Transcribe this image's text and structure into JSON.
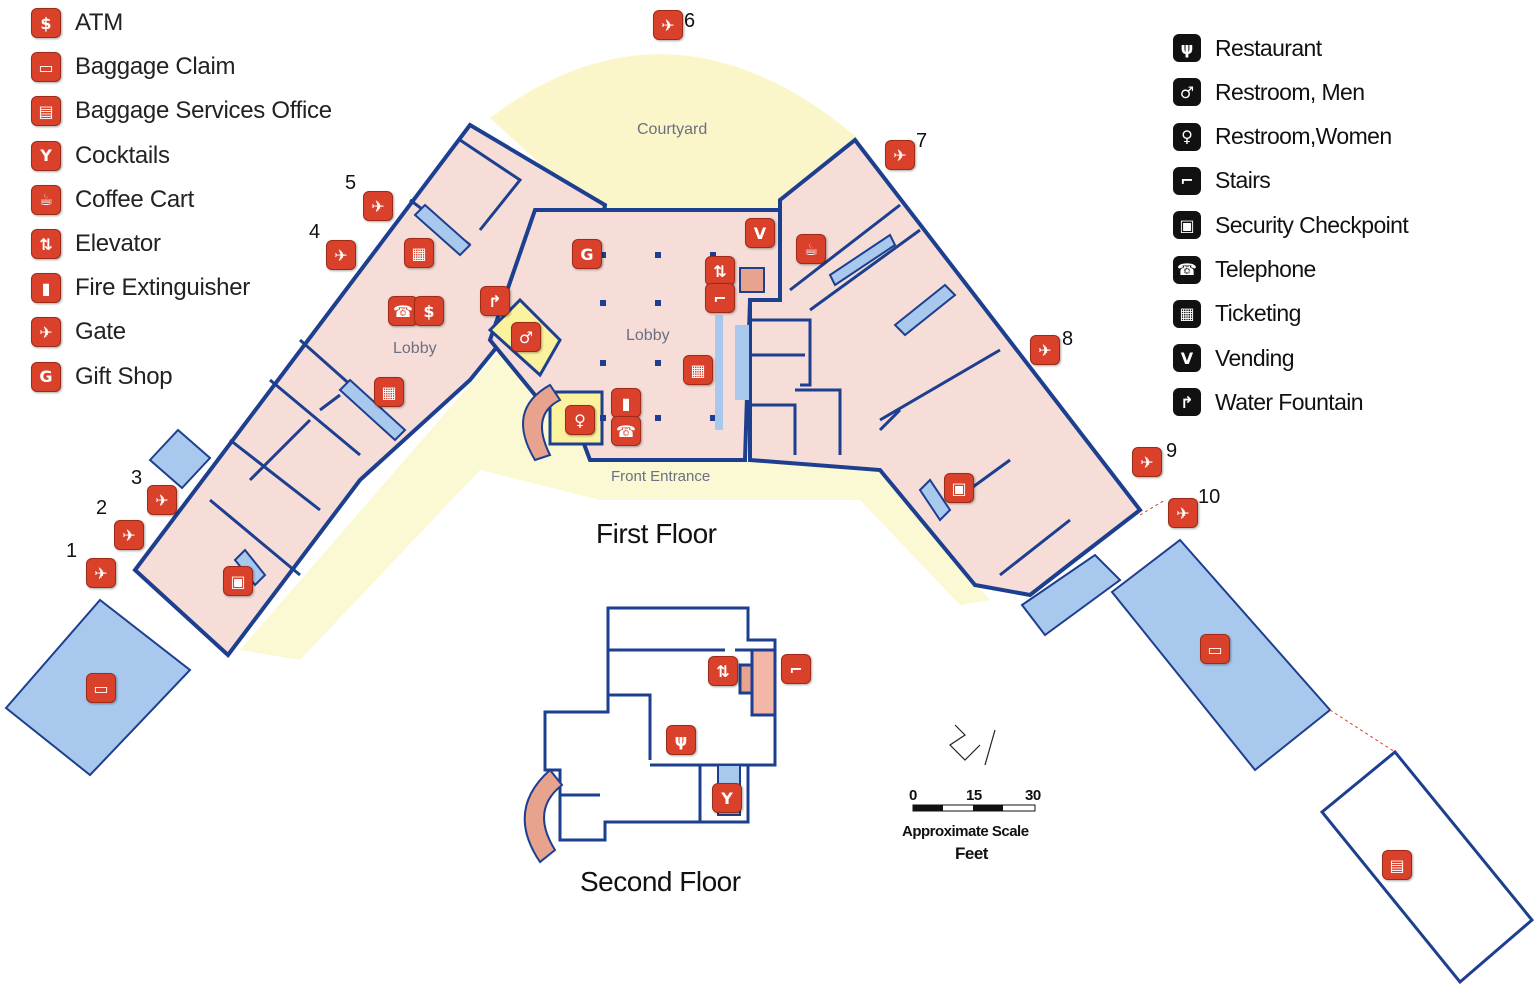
{
  "legend_left": [
    {
      "icon": "atm-icon",
      "glyph": "$",
      "label": "ATM"
    },
    {
      "icon": "baggage-claim-icon",
      "glyph": "▭",
      "label": "Baggage Claim"
    },
    {
      "icon": "baggage-services-office-icon",
      "glyph": "▤",
      "label": "Baggage Services Office"
    },
    {
      "icon": "cocktails-icon",
      "glyph": "Y",
      "label": "Cocktails"
    },
    {
      "icon": "coffee-cart-icon",
      "glyph": "☕",
      "label": "Coffee Cart"
    },
    {
      "icon": "elevator-icon",
      "glyph": "⇅",
      "label": "Elevator"
    },
    {
      "icon": "fire-extinguisher-icon",
      "glyph": "▮",
      "label": "Fire Extinguisher"
    },
    {
      "icon": "gate-icon",
      "glyph": "✈",
      "label": "Gate"
    },
    {
      "icon": "gift-shop-icon",
      "glyph": "G",
      "label": "Gift Shop"
    }
  ],
  "legend_right": [
    {
      "icon": "restaurant-icon",
      "glyph": "ψ",
      "label": "Restaurant"
    },
    {
      "icon": "restroom-men-icon",
      "glyph": "♂",
      "label": "Restroom, Men"
    },
    {
      "icon": "restroom-women-icon",
      "glyph": "♀",
      "label": "Restroom,Women"
    },
    {
      "icon": "stairs-icon",
      "glyph": "⌐",
      "label": "Stairs"
    },
    {
      "icon": "security-checkpoint-icon",
      "glyph": "▣",
      "label": "Security Checkpoint"
    },
    {
      "icon": "telephone-icon",
      "glyph": "☎",
      "label": "Telephone"
    },
    {
      "icon": "ticketing-icon",
      "glyph": "▦",
      "label": "Ticketing"
    },
    {
      "icon": "vending-icon",
      "glyph": "V",
      "label": "Vending"
    },
    {
      "icon": "water-fountain-icon",
      "glyph": "↱",
      "label": "Water Fountain"
    }
  ],
  "gates": [
    "1",
    "2",
    "3",
    "4",
    "5",
    "6",
    "7",
    "8",
    "9",
    "10"
  ],
  "areas": {
    "courtyard": "Courtyard",
    "lobby_left": "Lobby",
    "lobby_center": "Lobby",
    "front_entrance": "Front Entrance"
  },
  "titles": {
    "first_floor": "First Floor",
    "second_floor": "Second Floor"
  },
  "scale": {
    "ticks": [
      "0",
      "15",
      "30"
    ],
    "line1": "Approximate Scale",
    "line2": "Feet"
  },
  "colors": {
    "icon_red": "#d9412b",
    "floor_pink": "#f6ddd8",
    "wall_blue": "#1d3f8f",
    "baggage_blue": "#a9c8ee",
    "courtyard_yellow": "#fbf6c9",
    "restroom_yellow": "#fbf29e"
  }
}
